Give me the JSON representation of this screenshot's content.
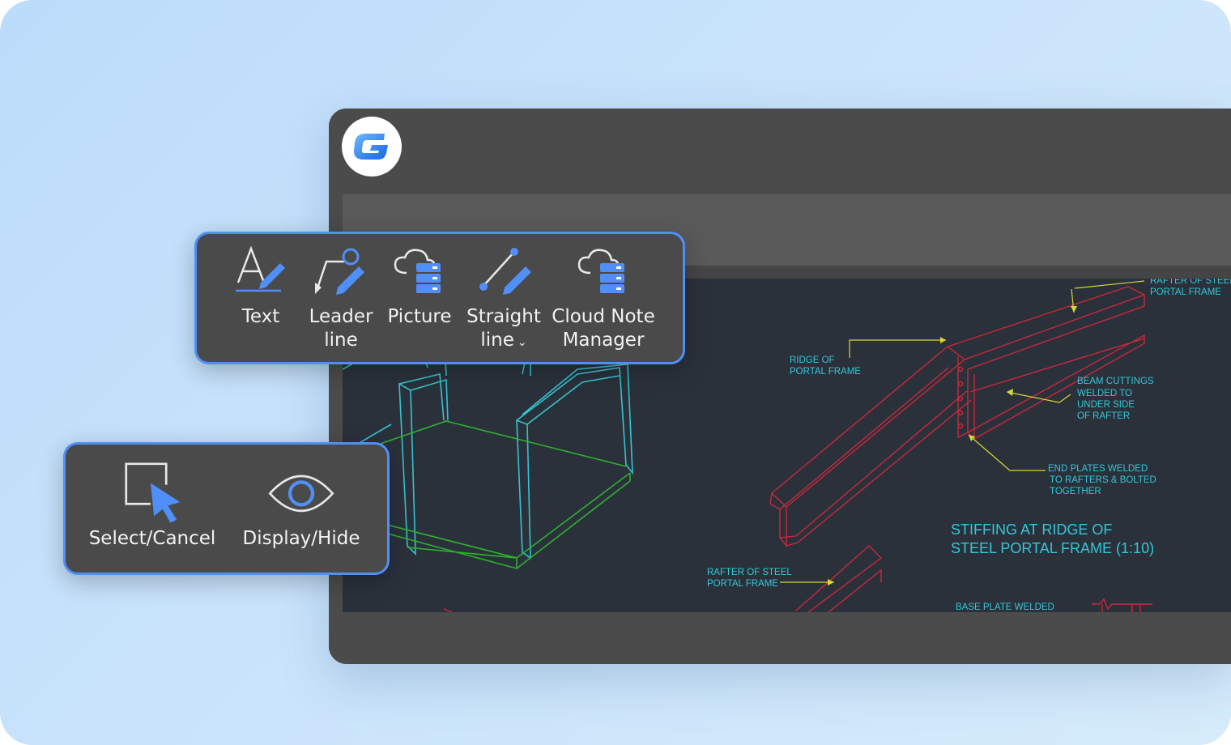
{
  "annotation_toolbar": {
    "text": "Text",
    "leader_line_1": "Leader",
    "leader_line_2": "line",
    "picture": "Picture",
    "straight_line_1": "Straight",
    "straight_line_2": "line",
    "cloud_note_1": "Cloud Note",
    "cloud_note_2": "Manager"
  },
  "selection_toolbar": {
    "select_cancel": "Select/Cancel",
    "display_hide": "Display/Hide"
  },
  "drawing": {
    "rafter_top_1": "RAFTER OF STEEL",
    "rafter_top_2": "PORTAL FRAME",
    "ridge_1": "RIDGE OF",
    "ridge_2": "PORTAL FRAME",
    "beam_1": "BEAM CUTTINGS",
    "beam_2": "WELDED TO",
    "beam_3": "UNDER SIDE",
    "beam_4": "OF RAFTER",
    "end_1": "END PLATES WELDED",
    "end_2": "TO RAFTERS & BOLTED",
    "end_3": "TOGETHER",
    "title_1": "STIFFING AT RIDGE OF",
    "title_2": "STEEL PORTAL FRAME (1:10)",
    "rafter_bottom_1": "RAFTER OF STEEL",
    "rafter_bottom_2": "PORTAL FRAME",
    "base_plate": "BASE PLATE WELDED"
  },
  "colors": {
    "accent": "#4f8ff7",
    "cad_text": "#36c6d6",
    "cad_red": "#c9283b",
    "cad_yellow": "#d8d832",
    "cad_green": "#2fb02f",
    "cad_cyan": "#35c4cf"
  }
}
